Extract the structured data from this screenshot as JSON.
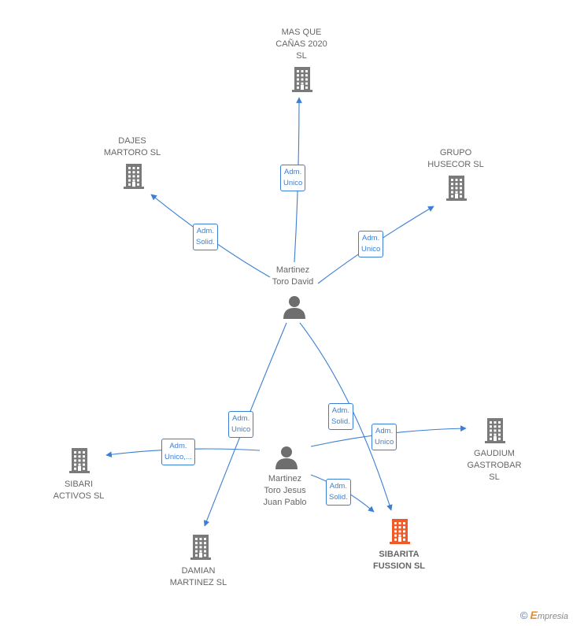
{
  "colors": {
    "edge": "#3b7fd4",
    "company": "#7a7a7a",
    "company_highlight": "#f05a28",
    "person": "#6e6e6e"
  },
  "nodes": {
    "mas_que_canas": {
      "lines": [
        "MAS QUE",
        "CAÑAS 2020",
        "SL"
      ],
      "icon": "building-icon"
    },
    "dajes_martoro": {
      "lines": [
        "DAJES",
        "MARTORO  SL"
      ],
      "icon": "building-icon"
    },
    "grupo_husecor": {
      "lines": [
        "GRUPO",
        "HUSECOR  SL"
      ],
      "icon": "building-icon"
    },
    "martinez_toro_david": {
      "lines": [
        "Martinez",
        "Toro David"
      ],
      "icon": "person-icon"
    },
    "martinez_toro_jesus": {
      "lines": [
        "Martinez",
        "Toro Jesus",
        "Juan Pablo"
      ],
      "icon": "person-icon"
    },
    "sibari_activos": {
      "lines": [
        "SIBARI",
        "ACTIVOS  SL"
      ],
      "icon": "building-icon"
    },
    "gaudium_gastrobar": {
      "lines": [
        "GAUDIUM",
        "GASTROBAR",
        "SL"
      ],
      "icon": "building-icon"
    },
    "damian_martinez": {
      "lines": [
        "DAMIAN",
        "MARTINEZ  SL"
      ],
      "icon": "building-icon"
    },
    "sibarita_fussion": {
      "lines": [
        "SIBARITA",
        "FUSSION  SL"
      ],
      "icon": "building-icon"
    }
  },
  "edges": {
    "david_mas_que": [
      "Adm.",
      "Unico"
    ],
    "david_dajes": [
      "Adm.",
      "Solid."
    ],
    "david_husecor": [
      "Adm.",
      "Unico"
    ],
    "david_damian": [
      "Adm.",
      "Unico"
    ],
    "david_sibarita": [
      "Adm.",
      "Solid."
    ],
    "jesus_sibari": [
      "Adm.",
      "Unico,..."
    ],
    "jesus_gaudium": [
      "Adm.",
      "Unico"
    ],
    "jesus_sibarita": [
      "Adm.",
      "Solid."
    ]
  },
  "footer": {
    "copyright": "©",
    "brand_initial": "E",
    "brand_rest": "mpresia"
  }
}
